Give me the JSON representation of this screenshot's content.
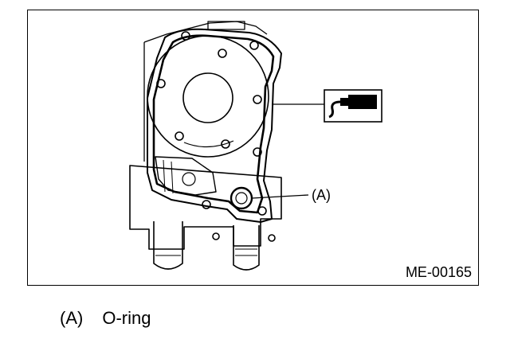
{
  "figure": {
    "callout_label": "(A)",
    "figure_id": "ME-00165"
  },
  "legend": {
    "items": [
      {
        "key": "(A)",
        "text": "O-ring"
      }
    ]
  }
}
